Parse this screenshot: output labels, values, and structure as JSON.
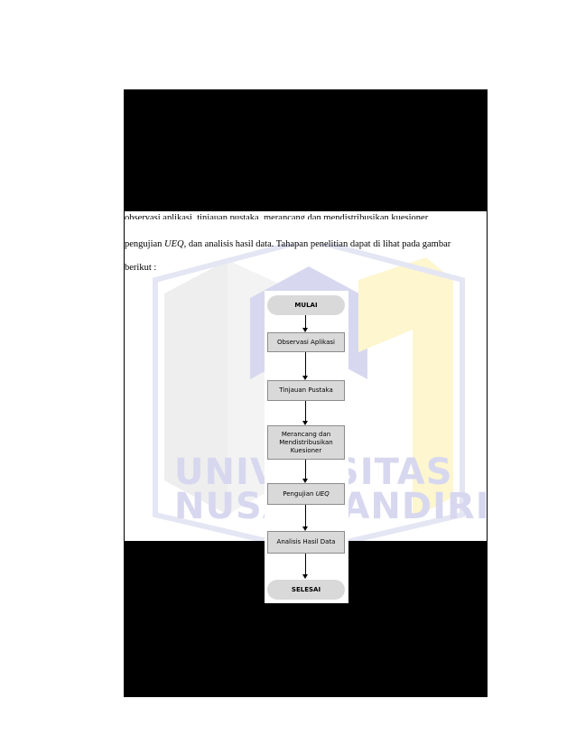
{
  "paragraph": {
    "line1": "observasi aplikasi, tinjauan pustaka, merancang dan mendistribusikan kuesioner,",
    "line2_pre": "pengujian ",
    "line2_em": "UEQ",
    "line2_post": ", dan analisis hasil data. Tahapan penelitian dapat di lihat pada gambar",
    "line3": "berikut :"
  },
  "flowchart": {
    "start": "MULAI",
    "steps": [
      "Observasi Aplikasi",
      "Tinjauan Pustaka",
      "Merancang dan Mendistribusikan Kuesioner",
      "Pengujian",
      "Analisis Hasil Data"
    ],
    "step4_em": "UEQ",
    "end": "SELESAI"
  },
  "watermark": {
    "line1": "UNIVERSITAS",
    "line2": "NUSA MANDIRI"
  },
  "colors": {
    "box_fill": "#d9d9d9",
    "watermark_blue": "#d7d8ef",
    "watermark_yellow": "#fdf6cf",
    "watermark_grey": "#eeeeee"
  }
}
